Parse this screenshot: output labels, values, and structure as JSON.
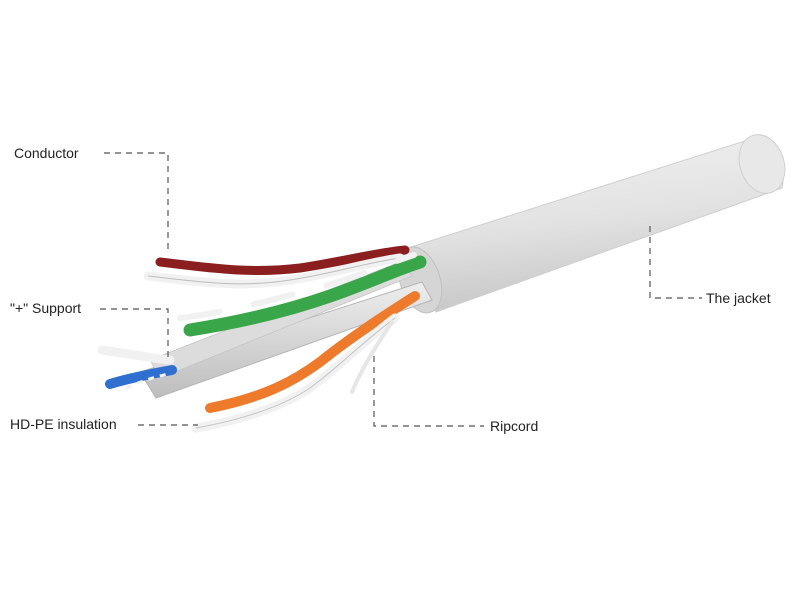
{
  "labels": {
    "conductor": "Conductor",
    "support": "\"+\" Support",
    "insulation": "HD-PE insulation",
    "jacket": "The jacket",
    "ripcord": "Ripcord"
  },
  "colors": {
    "jacket": "#e3e3e3",
    "jacket_shade": "#c9c9c9",
    "pair_brown": "#8b1e1e",
    "pair_green": "#3aa64a",
    "pair_orange": "#ee7a2c",
    "pair_blue": "#2f6fd0",
    "pair_white": "#f1f1f1"
  }
}
